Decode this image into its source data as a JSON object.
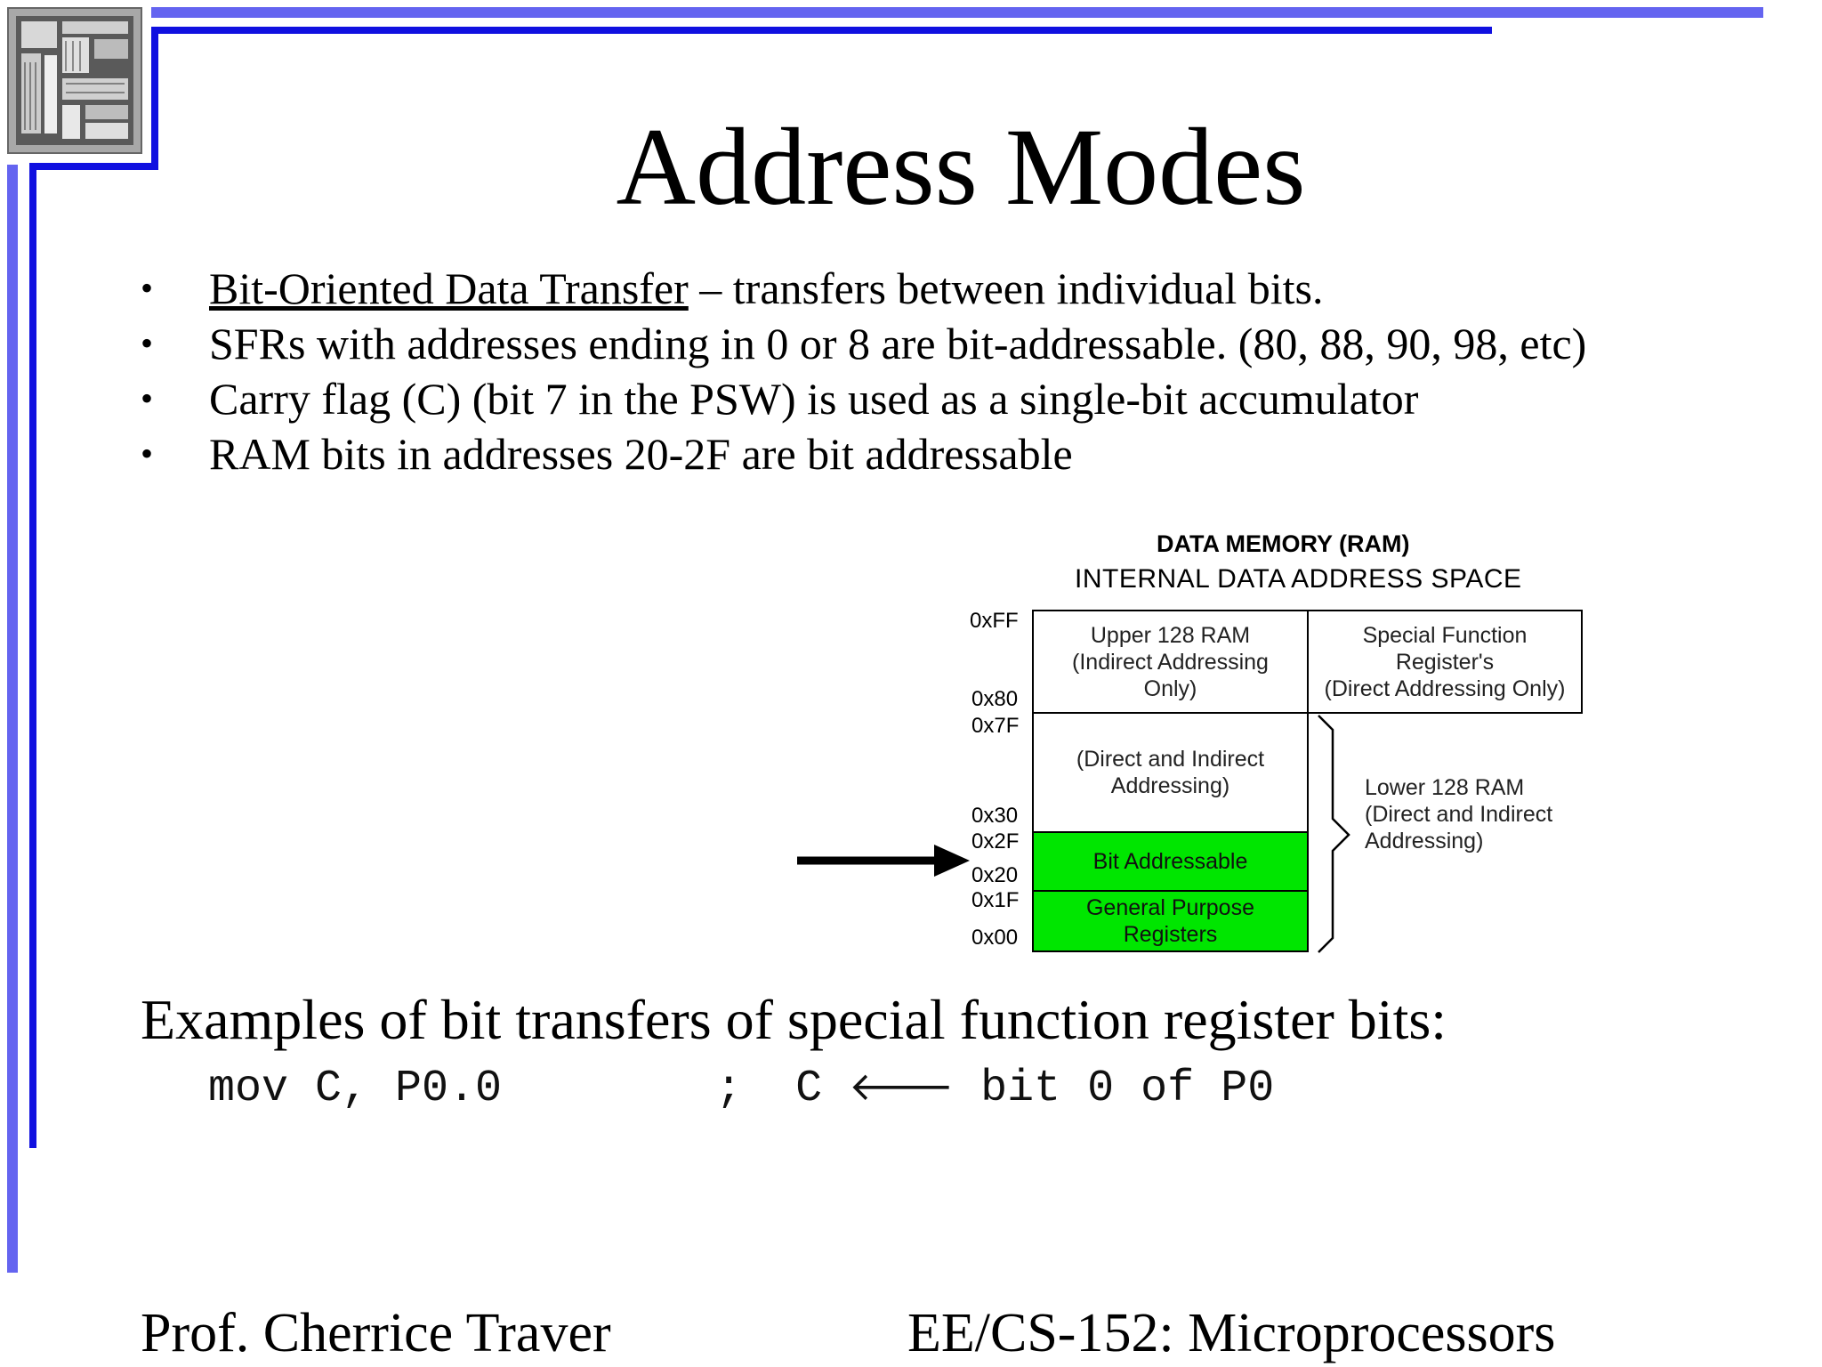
{
  "slide": {
    "title": "Address Modes",
    "bullets": [
      {
        "emph": "Bit-Oriented Data Transfer",
        "text": " – transfers between individual bits."
      },
      {
        "emph": "",
        "text": "SFRs with addresses ending in 0 or 8 are bit-addressable. (80, 88, 90, 98, etc)"
      },
      {
        "emph": "",
        "text": "Carry flag (C) (bit 7 in the PSW) is used as a single-bit accumulator"
      },
      {
        "emph": "",
        "text": "RAM bits in addresses 20-2F are bit addressable"
      }
    ],
    "bullet_glyph": "•"
  },
  "diagram": {
    "title": "DATA MEMORY (RAM)",
    "subtitle": "INTERNAL DATA  ADDRESS SPACE",
    "addresses": [
      "0xFF",
      "0x80",
      "0x7F",
      "0x30",
      "0x2F",
      "0x20",
      "0x1F",
      "0x00"
    ],
    "upper_ram": "Upper 128 RAM\n(Indirect Addressing\nOnly)",
    "sfr": "Special Function\nRegister's\n(Direct Addressing Only)",
    "direct_indirect": "(Direct and Indirect\nAddressing)",
    "bit_addressable": "Bit Addressable",
    "general_purpose": "General Purpose\nRegisters",
    "lower_ram": "Lower 128 RAM\n(Direct and Indirect\nAddressing)",
    "highlight_color": "#00e600"
  },
  "examples": {
    "heading": "Examples of bit transfers of special function register bits:",
    "code_instruction": "mov C, P0.0",
    "code_comment_start": ";  C ",
    "code_arrow": "🡐",
    "code_comment_end": " bit 0 of P0"
  },
  "footer": {
    "left": "Prof. Cherrice Traver",
    "right": "EE/CS-152: Microprocessors"
  },
  "colors": {
    "frame_light": "#6464f0",
    "frame_dark": "#1010e0"
  }
}
